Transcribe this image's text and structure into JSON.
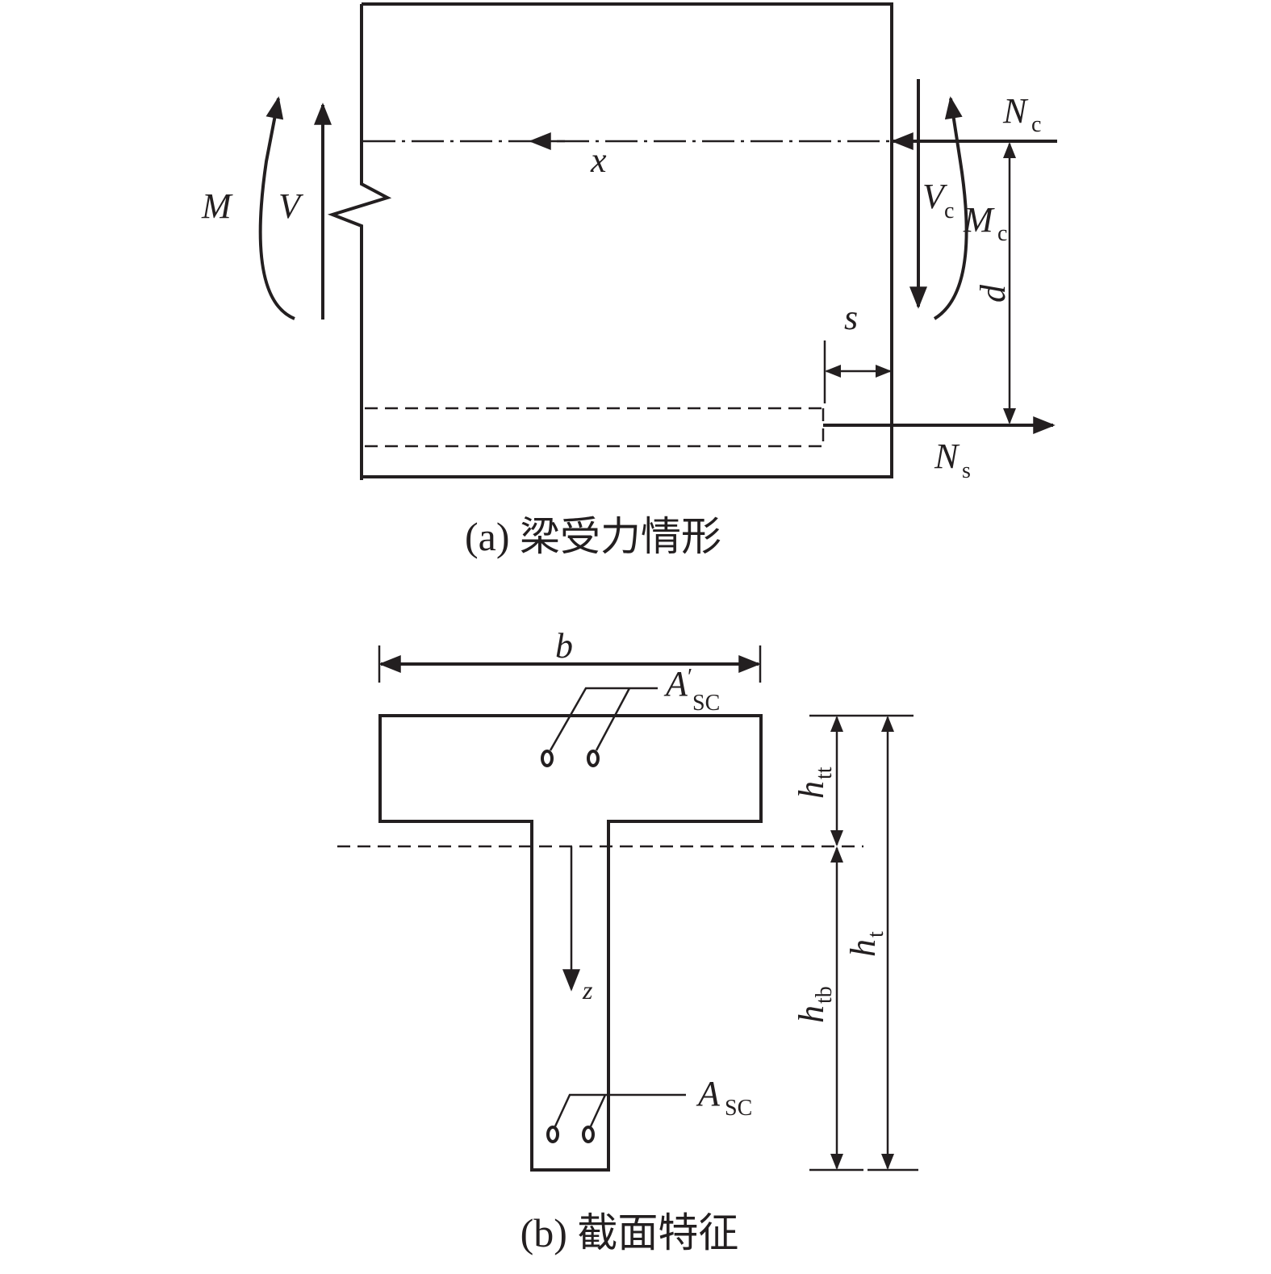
{
  "panel_a": {
    "caption": "(a) 梁受力情形",
    "labels": {
      "M": "M",
      "V": "V",
      "x": "x",
      "s": "s",
      "d": "d",
      "Nc": {
        "main": "N",
        "sub": "c"
      },
      "Vc": {
        "main": "V",
        "sub": "c"
      },
      "Mc": {
        "main": "M",
        "sub": "c"
      },
      "Ns": {
        "main": "N",
        "sub": "s"
      }
    }
  },
  "panel_b": {
    "caption": "(b) 截面特征",
    "labels": {
      "b": "b",
      "z": "z",
      "Asc_top": {
        "main": "A",
        "prime": "′",
        "sub": "SC"
      },
      "Asc_bottom": {
        "main": "A",
        "sub": "SC"
      },
      "htt": {
        "main": "h",
        "sub": "tt"
      },
      "htb": {
        "main": "h",
        "sub": "tb"
      },
      "ht": {
        "main": "h",
        "sub": "t"
      }
    }
  }
}
